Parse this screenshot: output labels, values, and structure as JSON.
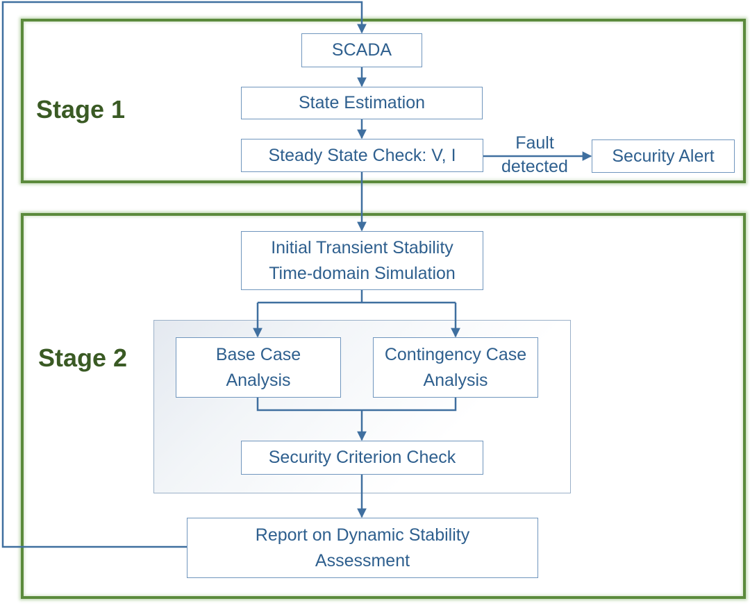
{
  "colors": {
    "stage_frame": "#5b8a3c",
    "stage_label": "#3a5a24",
    "node_text": "#2e5f8e",
    "node_border": "#6f95bd",
    "connector": "#3f6f9f"
  },
  "stages": [
    {
      "label": "Stage 1"
    },
    {
      "label": "Stage 2"
    }
  ],
  "nodes": {
    "scada": "SCADA",
    "state_estimation": "State Estimation",
    "steady_state_check": "Steady State Check: V, I",
    "security_alert": "Security Alert",
    "initial_transient": "Initial Transient Stability\nTime-domain Simulation",
    "base_case": "Base Case\nAnalysis",
    "contingency_case": "Contingency Case\nAnalysis",
    "security_criterion": "Security Criterion Check",
    "report": "Report on Dynamic Stability\nAssessment"
  },
  "edge_labels": {
    "fault_detected": "Fault\ndetected"
  }
}
